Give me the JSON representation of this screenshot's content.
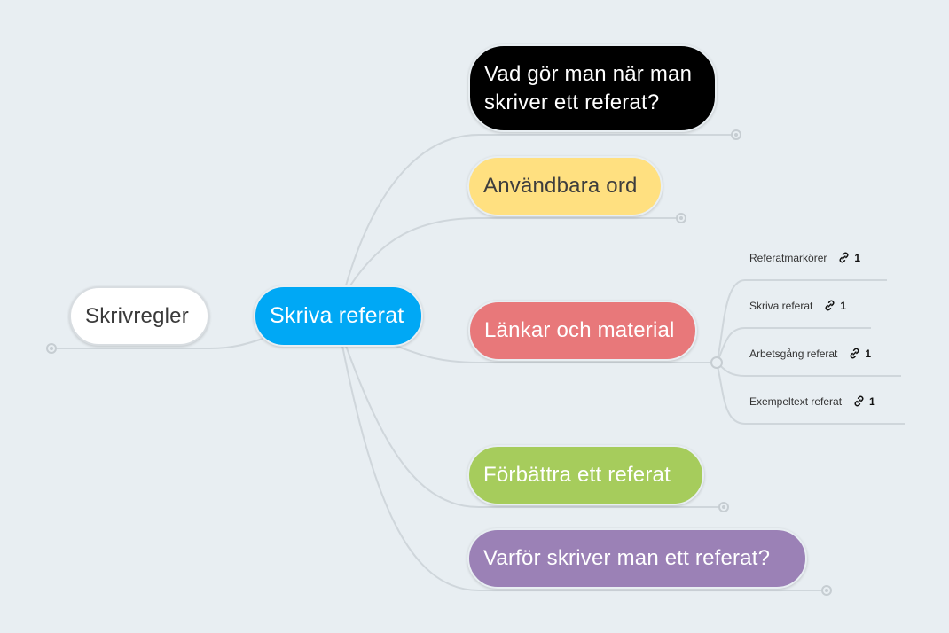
{
  "mindmap": {
    "root": {
      "label": "Skrivregler"
    },
    "center": {
      "label": "Skriva referat"
    },
    "branches": [
      {
        "label": "Vad gör man när man skriver ett referat?",
        "color": "#000000"
      },
      {
        "label": "Användbara ord",
        "color": "#ffe080"
      },
      {
        "label": "Länkar och material",
        "color": "#e8787a"
      },
      {
        "label": "Förbättra ett referat",
        "color": "#a6cc5c"
      },
      {
        "label": "Varför skriver man ett referat?",
        "color": "#9b81b6"
      }
    ],
    "leaves": [
      {
        "label": "Referatmarkörer",
        "link_count": "1",
        "icon": "link-icon"
      },
      {
        "label": "Skriva referat",
        "link_count": "1",
        "icon": "link-icon"
      },
      {
        "label": "Arbetsgång referat",
        "link_count": "1",
        "icon": "link-icon"
      },
      {
        "label": "Exempeltext referat",
        "link_count": "1",
        "icon": "link-icon"
      }
    ],
    "center_color": "#00a8f5",
    "connector_color": "#cfd6db",
    "background_color": "#e8eef2"
  }
}
